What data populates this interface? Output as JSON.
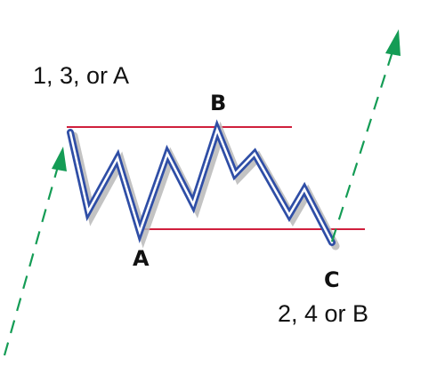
{
  "labels": {
    "top_left": "1, 3, or A",
    "point_b": "B",
    "point_a": "A",
    "point_c": "C",
    "bottom_right": "2, 4 or B"
  },
  "colors": {
    "wave_outer": "#2f4ea6",
    "wave_inner": "#ffffff",
    "shadow": "#b9b9b9",
    "boundary_line": "#d01f3c",
    "arrow": "#149c55",
    "text": "#111111"
  },
  "icons": {
    "entry_arrow": "dashed-arrow-up-icon",
    "exit_arrow": "dashed-arrow-up-icon"
  }
}
